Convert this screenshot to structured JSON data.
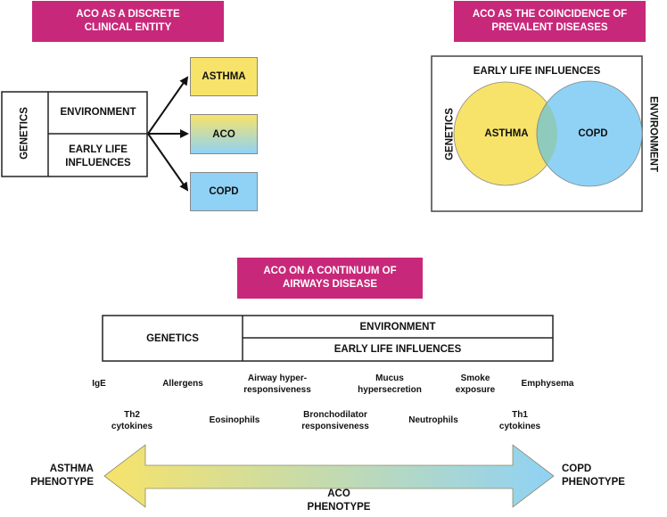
{
  "colors": {
    "banner": "#c8287a",
    "asthma_yellow": "#f7e36a",
    "copd_blue": "#8fd2f5",
    "overlap": "#8ecbbc"
  },
  "panel_discrete": {
    "title": "ACO AS A DISCRETE CLINICAL ENTITY",
    "title_lines": [
      "ACO AS A DISCRETE",
      "CLINICAL ENTITY"
    ],
    "factors": {
      "genetics": "GENETICS",
      "environment": "ENVIRONMENT",
      "early_life": [
        "EARLY LIFE",
        "INFLUENCES"
      ]
    },
    "outcomes": [
      "ASTHMA",
      "ACO",
      "COPD"
    ]
  },
  "panel_coincidence": {
    "title_lines": [
      "ACO AS THE COINCIDENCE OF",
      "PREVALENT DISEASES"
    ],
    "top_label": "EARLY LIFE INFLUENCES",
    "left_label": "GENETICS",
    "right_label": "ENVIRONMENT",
    "circles": [
      "ASTHMA",
      "COPD"
    ]
  },
  "panel_continuum": {
    "title_lines": [
      "ACO ON A CONTINUUM OF",
      "AIRWAYS DISEASE"
    ],
    "table": {
      "genetics": "GENETICS",
      "environment": "ENVIRONMENT",
      "early_life": "EARLY LIFE INFLUENCES"
    },
    "features_row1": [
      [
        "IgE"
      ],
      [
        "Allergens"
      ],
      [
        "Airway hyper-",
        "responsiveness"
      ],
      [
        "Mucus",
        "hypersecretion"
      ],
      [
        "Smoke",
        "exposure"
      ],
      [
        "Emphysema"
      ]
    ],
    "features_row2": [
      [
        "Th2",
        "cytokines"
      ],
      [
        "Eosinophils"
      ],
      [
        "Bronchodilator",
        "responsiveness"
      ],
      [
        "Neutrophils"
      ],
      [
        "Th1",
        "cytokines"
      ]
    ],
    "left_end": [
      "ASTHMA",
      "PHENOTYPE"
    ],
    "right_end": [
      "COPD",
      "PHENOTYPE"
    ],
    "middle": [
      "ACO",
      "PHENOTYPE"
    ]
  }
}
